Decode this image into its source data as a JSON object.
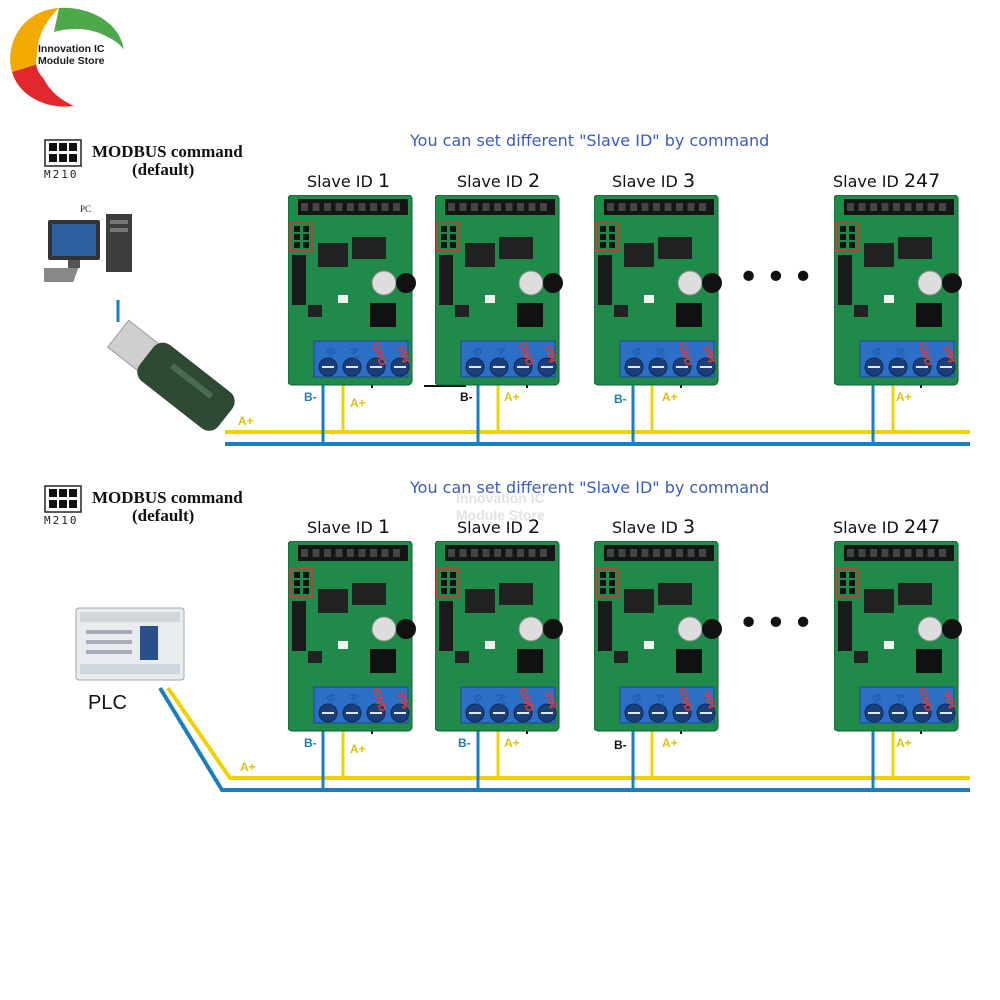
{
  "brand": {
    "line1": "Innovation IC",
    "line2": "Module Store"
  },
  "watermark": {
    "line1": "Innovation IC",
    "line2": "Module Store"
  },
  "sections": [
    {
      "jumper_code": "M210",
      "modbus_title": "MODBUS command",
      "modbus_sub": "(default)",
      "headline": "You can set different \"Slave ID\" by command",
      "host_label": "PC",
      "slaves": [
        {
          "prefix": "Slave ID",
          "id": "1"
        },
        {
          "prefix": "Slave ID",
          "id": "2"
        },
        {
          "prefix": "Slave ID",
          "id": "3"
        },
        {
          "prefix": "Slave ID",
          "id": "247"
        }
      ],
      "bus_labels": {
        "b_minus": "B-",
        "a_plus": "A+",
        "line_a": "A+",
        "line_b": "B-"
      },
      "ellipsis": "•••"
    },
    {
      "jumper_code": "M210",
      "modbus_title": "MODBUS command",
      "modbus_sub": "(default)",
      "headline": "You can set different \"Slave ID\" by command",
      "host_label": "PLC",
      "slaves": [
        {
          "prefix": "Slave ID",
          "id": "1"
        },
        {
          "prefix": "Slave ID",
          "id": "2"
        },
        {
          "prefix": "Slave ID",
          "id": "3"
        },
        {
          "prefix": "Slave ID",
          "id": "247"
        }
      ],
      "bus_labels": {
        "b_minus": "B-",
        "a_plus": "A+",
        "line_a": "A+",
        "line_b": "B-"
      },
      "ellipsis": "•••"
    }
  ],
  "board_terminal_labels": [
    "B-",
    "A+",
    "GND",
    "VIN"
  ],
  "colors": {
    "headline": "#3b5bbd",
    "wire_blue": "#1a7fc0",
    "wire_yellow": "#f2d100",
    "pcb": "#1f8a4a",
    "terminal": "#1e5fae"
  }
}
